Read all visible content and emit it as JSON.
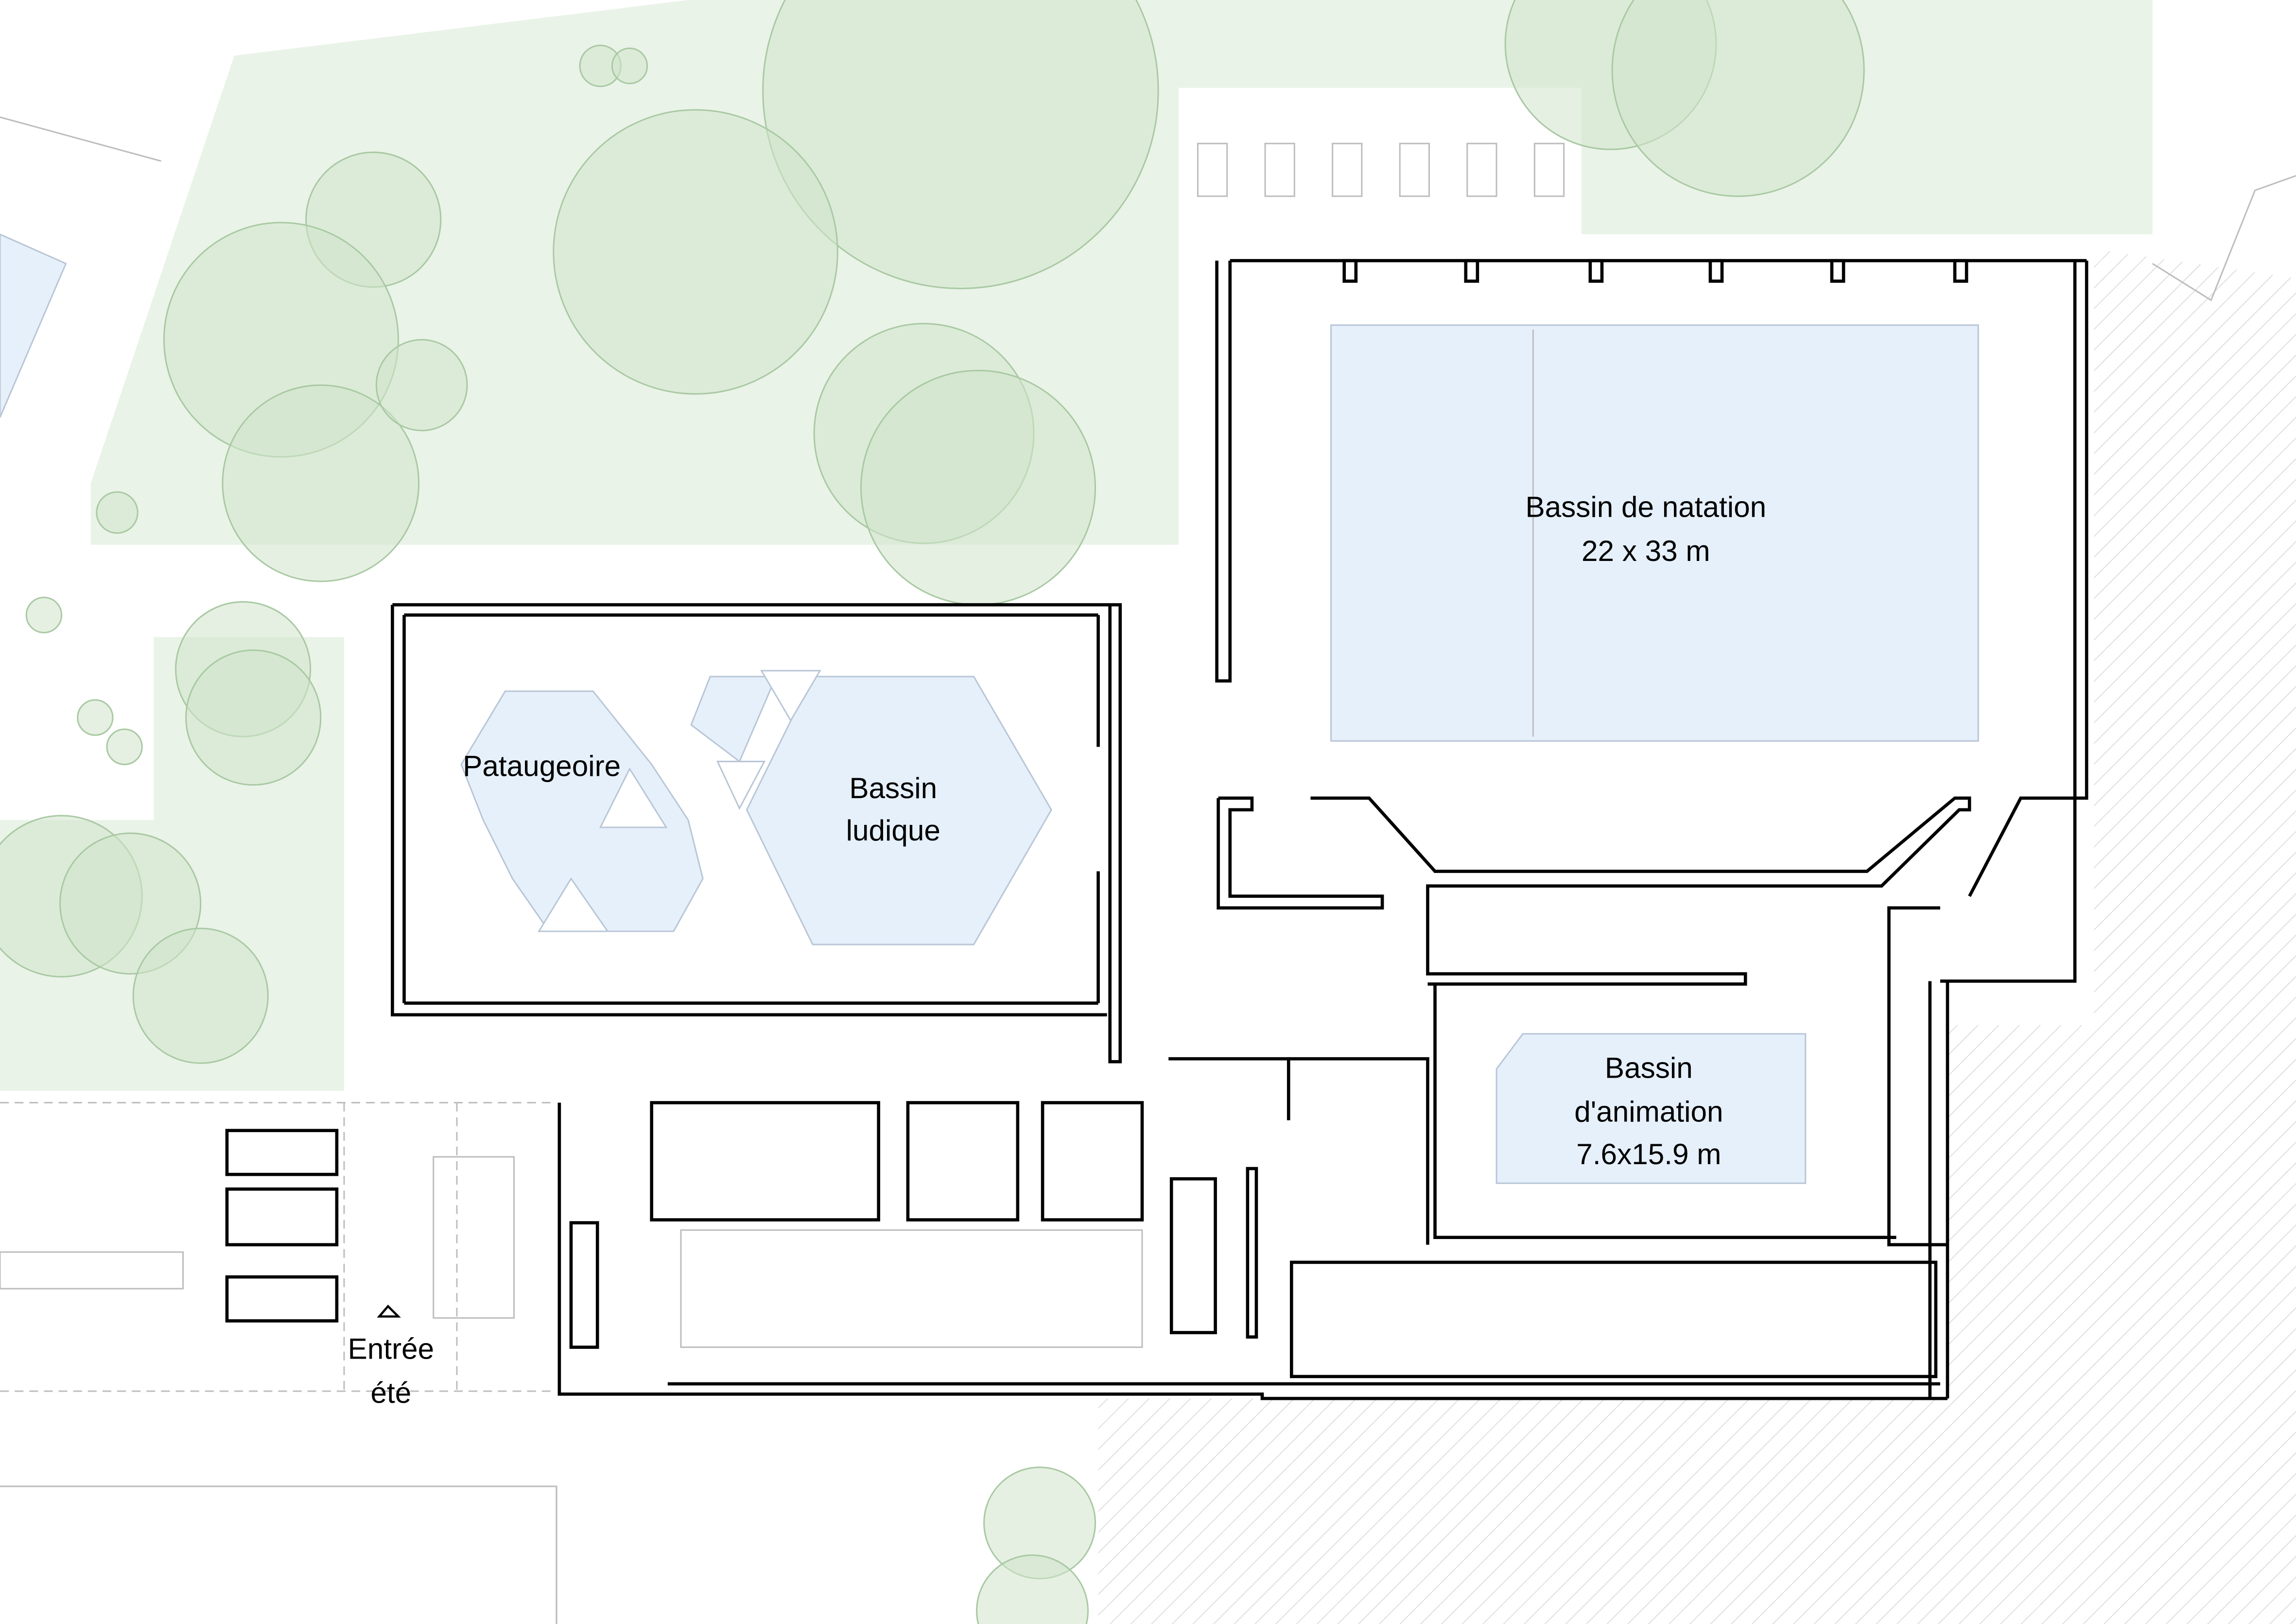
{
  "plan": {
    "pools": {
      "natation": {
        "name": "Bassin de natation",
        "size": "22 x 33 m"
      },
      "pataugeoire": {
        "name": "Pataugeoire"
      },
      "ludique": {
        "name_line1": "Bassin",
        "name_line2": "ludique"
      },
      "animation": {
        "name_line1": "Bassin",
        "name_line2": "d'animation",
        "size": "7.6x15.9 m"
      }
    },
    "entrance": {
      "line1": "Entrée",
      "line2": "été",
      "icon": "triangle-entrance-marker"
    }
  },
  "colors": {
    "water": "#e6f0fb",
    "trees": "#cfe3cb",
    "lawn": "#eaf3e8",
    "walls": "#000000"
  }
}
